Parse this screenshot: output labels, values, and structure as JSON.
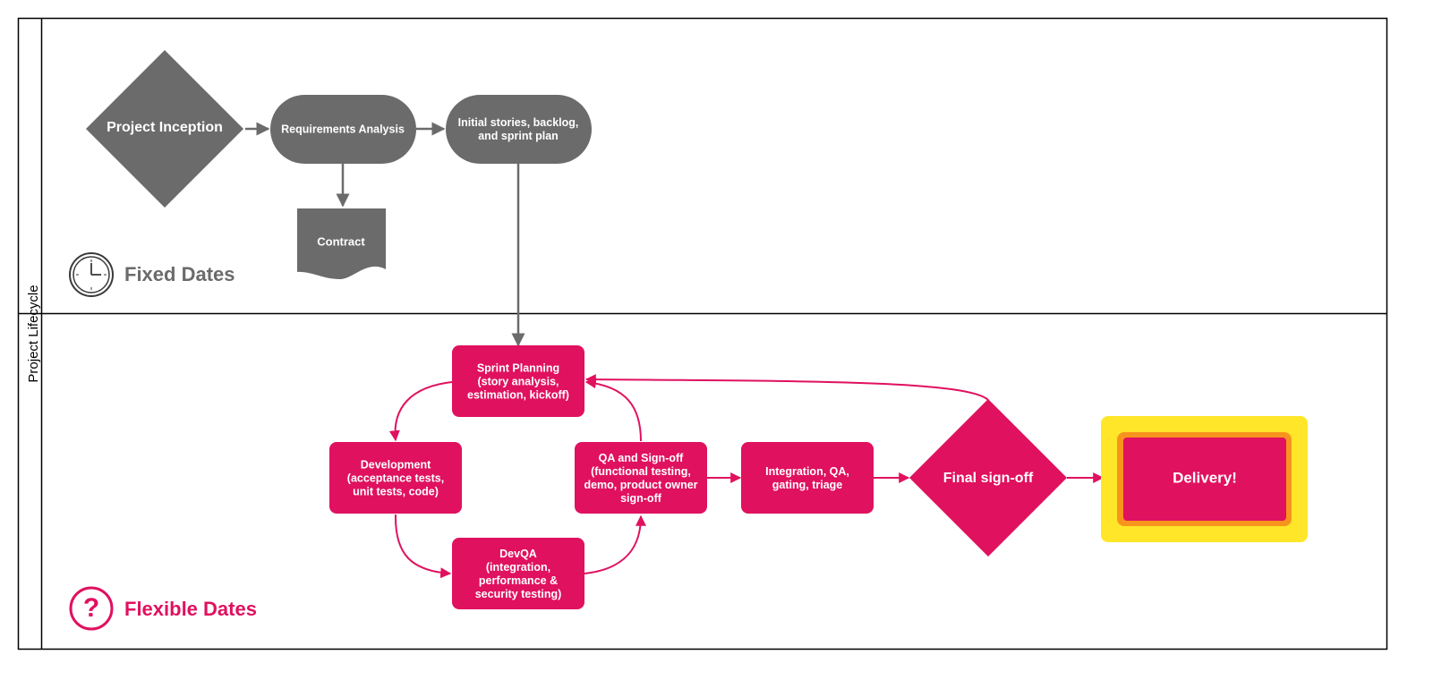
{
  "pool": {
    "label": "Project Lifecycle"
  },
  "lanes": {
    "fixed": {
      "title": "Fixed Dates",
      "icon": "clock-icon"
    },
    "flexible": {
      "title": "Flexible Dates",
      "icon": "question-mark-icon"
    }
  },
  "colors": {
    "gray": "#6b6b6b",
    "pink": "#e0115f",
    "delivery_orange": "#f7941d",
    "delivery_yellow": "#ffe629"
  },
  "nodes": {
    "project_inception": {
      "lines": [
        "Project Inception"
      ]
    },
    "requirements_analysis": {
      "lines": [
        "Requirements Analysis"
      ]
    },
    "initial_stories": {
      "lines": [
        "Initial stories, backlog,",
        "and sprint plan"
      ]
    },
    "contract": {
      "lines": [
        "Contract"
      ]
    },
    "sprint_planning": {
      "lines": [
        "Sprint Planning",
        "(story analysis,",
        "estimation, kickoff)"
      ]
    },
    "development": {
      "lines": [
        "Development",
        "(acceptance tests,",
        "unit tests, code)"
      ]
    },
    "devqa": {
      "lines": [
        "DevQA",
        "(integration,",
        "performance &",
        "security testing)"
      ]
    },
    "qa_signoff": {
      "lines": [
        "QA and Sign-off",
        "(functional testing,",
        "demo, product owner",
        "sign-off"
      ]
    },
    "integration": {
      "lines": [
        "Integration, QA,",
        "gating, triage"
      ]
    },
    "final_signoff": {
      "lines": [
        "Final sign-off"
      ]
    },
    "delivery": {
      "lines": [
        "Delivery!"
      ]
    }
  }
}
